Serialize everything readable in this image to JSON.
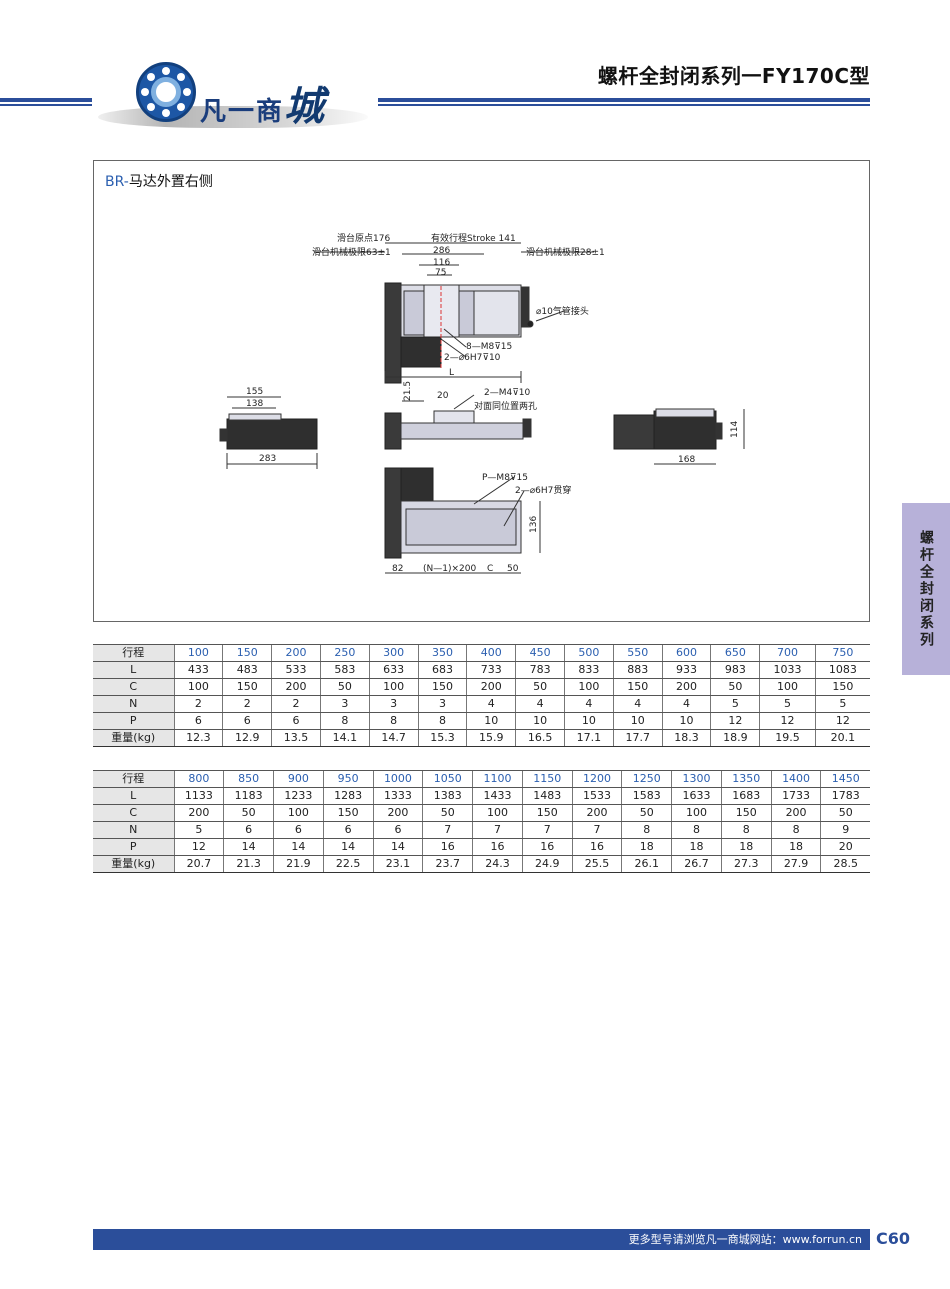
{
  "header": {
    "title": "螺杆全封闭系列一FY170C型",
    "logo_text": "凡一商",
    "logo_big": "城"
  },
  "section": {
    "code": "BR-",
    "title": "马达外置右侧"
  },
  "drawing_labels": {
    "origin": "滑台原点176",
    "stroke": "有效行程Stroke 141",
    "limit_left": "滑台机械极限63±1",
    "limit_right": "滑台机械极限28±1",
    "d286": "286",
    "d116": "116",
    "d75": "75",
    "air": "⌀10气管接头",
    "m8": "8—M8⊽15",
    "pin": "2—⌀6H7⊽10",
    "L": "L",
    "d155": "155",
    "d138": "138",
    "d283": "283",
    "d21_5": "21.5",
    "d20": "20",
    "m4": "2—M4⊽10",
    "m4_note": "对面同位置两孔",
    "d114": "114",
    "d168": "168",
    "pm8": "P—M8⊽15",
    "pin_through": "2—⌀6H7贯穿",
    "d136": "136",
    "d82": "82",
    "n200": "(N—1)×200",
    "C": "C",
    "d50": "50"
  },
  "table1": {
    "rows": [
      [
        "行程",
        "100",
        "150",
        "200",
        "250",
        "300",
        "350",
        "400",
        "450",
        "500",
        "550",
        "600",
        "650",
        "700",
        "750"
      ],
      [
        "L",
        "433",
        "483",
        "533",
        "583",
        "633",
        "683",
        "733",
        "783",
        "833",
        "883",
        "933",
        "983",
        "1033",
        "1083"
      ],
      [
        "C",
        "100",
        "150",
        "200",
        "50",
        "100",
        "150",
        "200",
        "50",
        "100",
        "150",
        "200",
        "50",
        "100",
        "150"
      ],
      [
        "N",
        "2",
        "2",
        "2",
        "3",
        "3",
        "3",
        "4",
        "4",
        "4",
        "4",
        "4",
        "5",
        "5",
        "5"
      ],
      [
        "P",
        "6",
        "6",
        "6",
        "8",
        "8",
        "8",
        "10",
        "10",
        "10",
        "10",
        "10",
        "12",
        "12",
        "12"
      ],
      [
        "重量(kg)",
        "12.3",
        "12.9",
        "13.5",
        "14.1",
        "14.7",
        "15.3",
        "15.9",
        "16.5",
        "17.1",
        "17.7",
        "18.3",
        "18.9",
        "19.5",
        "20.1"
      ]
    ]
  },
  "table2": {
    "rows": [
      [
        "行程",
        "800",
        "850",
        "900",
        "950",
        "1000",
        "1050",
        "1100",
        "1150",
        "1200",
        "1250",
        "1300",
        "1350",
        "1400",
        "1450"
      ],
      [
        "L",
        "1133",
        "1183",
        "1233",
        "1283",
        "1333",
        "1383",
        "1433",
        "1483",
        "1533",
        "1583",
        "1633",
        "1683",
        "1733",
        "1783"
      ],
      [
        "C",
        "200",
        "50",
        "100",
        "150",
        "200",
        "50",
        "100",
        "150",
        "200",
        "50",
        "100",
        "150",
        "200",
        "50"
      ],
      [
        "N",
        "5",
        "6",
        "6",
        "6",
        "6",
        "7",
        "7",
        "7",
        "7",
        "8",
        "8",
        "8",
        "8",
        "9"
      ],
      [
        "P",
        "12",
        "14",
        "14",
        "14",
        "14",
        "16",
        "16",
        "16",
        "16",
        "18",
        "18",
        "18",
        "18",
        "20"
      ],
      [
        "重量(kg)",
        "20.7",
        "21.3",
        "21.9",
        "22.5",
        "23.1",
        "23.7",
        "24.3",
        "24.9",
        "25.5",
        "26.1",
        "26.7",
        "27.3",
        "27.9",
        "28.5"
      ]
    ]
  },
  "side_tab": "螺杆全封闭系列",
  "footer": {
    "text": "更多型号请浏览凡一商城网站：www.forrun.cn",
    "page": "C60"
  }
}
